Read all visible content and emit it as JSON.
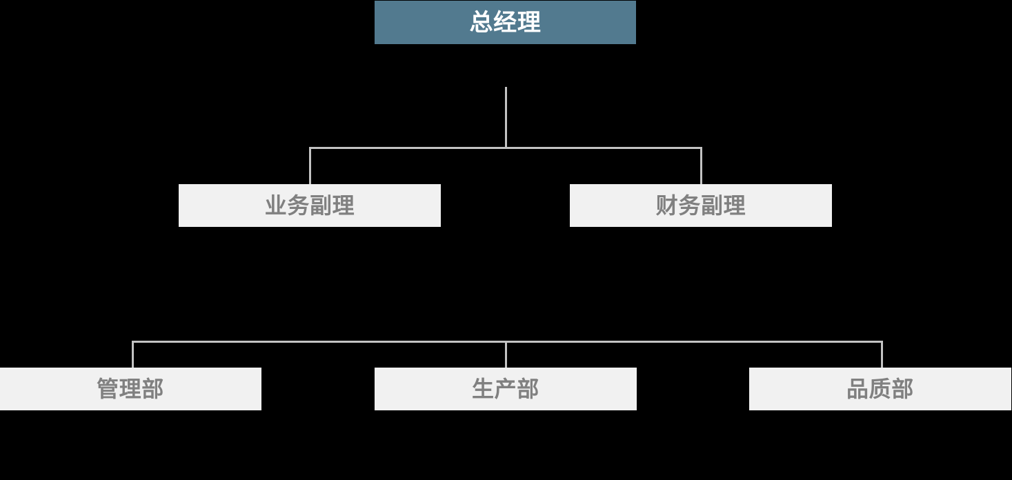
{
  "chart": {
    "type": "org-chart",
    "title": "",
    "background_color": "#000000",
    "connector_color": "#c3c3c3",
    "levels": [
      {
        "level": 1,
        "nodes": [
          {
            "id": "gm",
            "label": "总经理",
            "style": "root",
            "fill": "#527a8f",
            "text_color": "#ffffff"
          }
        ]
      },
      {
        "level": 2,
        "nodes": [
          {
            "id": "vp-business",
            "label": "业务副理",
            "style": "plain",
            "fill": "#f1f1f1",
            "text_color": "#808080"
          },
          {
            "id": "vp-finance",
            "label": "财务副理",
            "style": "plain",
            "fill": "#f1f1f1",
            "text_color": "#808080"
          }
        ]
      },
      {
        "level": 3,
        "nodes": [
          {
            "id": "dept-admin",
            "label": "管理部",
            "style": "plain",
            "fill": "#f1f1f1",
            "text_color": "#808080"
          },
          {
            "id": "dept-production",
            "label": "生产部",
            "style": "plain",
            "fill": "#f1f1f1",
            "text_color": "#808080"
          },
          {
            "id": "dept-quality",
            "label": "品质部",
            "style": "plain",
            "fill": "#f1f1f1",
            "text_color": "#808080"
          }
        ]
      }
    ],
    "edges": [
      {
        "from": "gm",
        "to": "vp-business"
      },
      {
        "from": "gm",
        "to": "vp-finance"
      },
      {
        "from": "vp-business",
        "to": "dept-admin"
      },
      {
        "from": "vp-business",
        "to": "dept-production"
      },
      {
        "from": "vp-business",
        "to": "dept-quality"
      }
    ]
  }
}
